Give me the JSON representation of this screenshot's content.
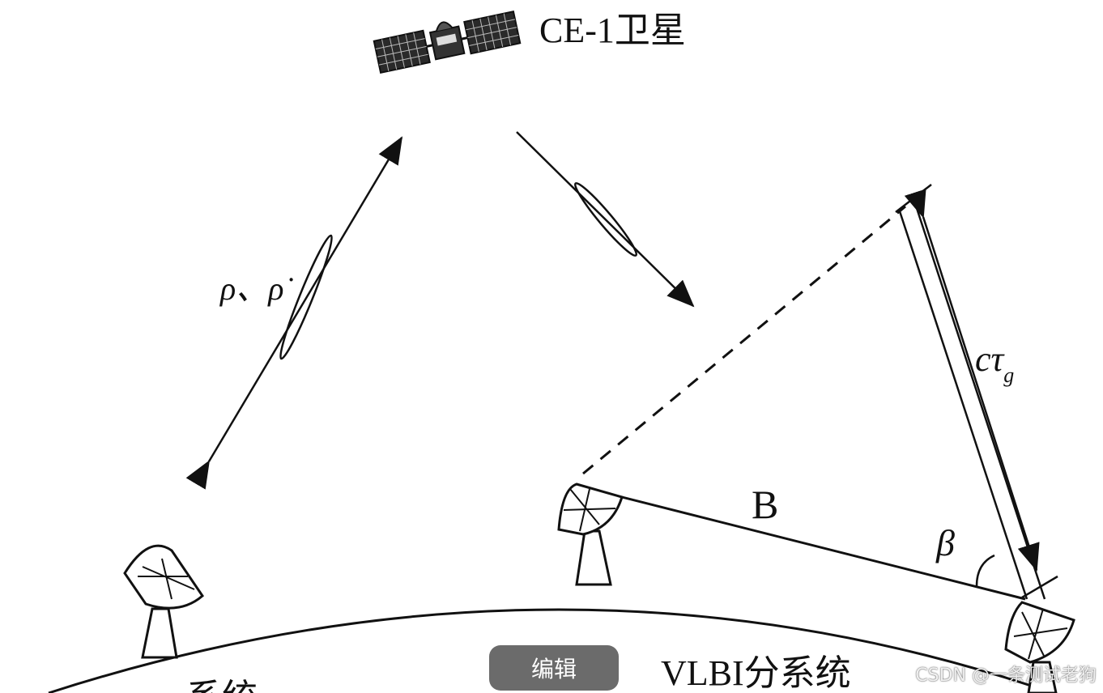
{
  "labels": {
    "satellite": "CE-1卫星",
    "range": "ρ、ρ̇",
    "ctau_c": "c",
    "ctau_tau": "τ",
    "ctau_sub": "g",
    "baseline": "B",
    "beta": "β",
    "vlbi": "VLBI分系统",
    "left_partial": "系统"
  },
  "ui": {
    "edit_button": "编辑",
    "watermark": "CSDN @一条测试老狗"
  },
  "colors": {
    "ink": "#111111",
    "button_bg": "#6b6b6b",
    "button_text": "#ffffff"
  }
}
